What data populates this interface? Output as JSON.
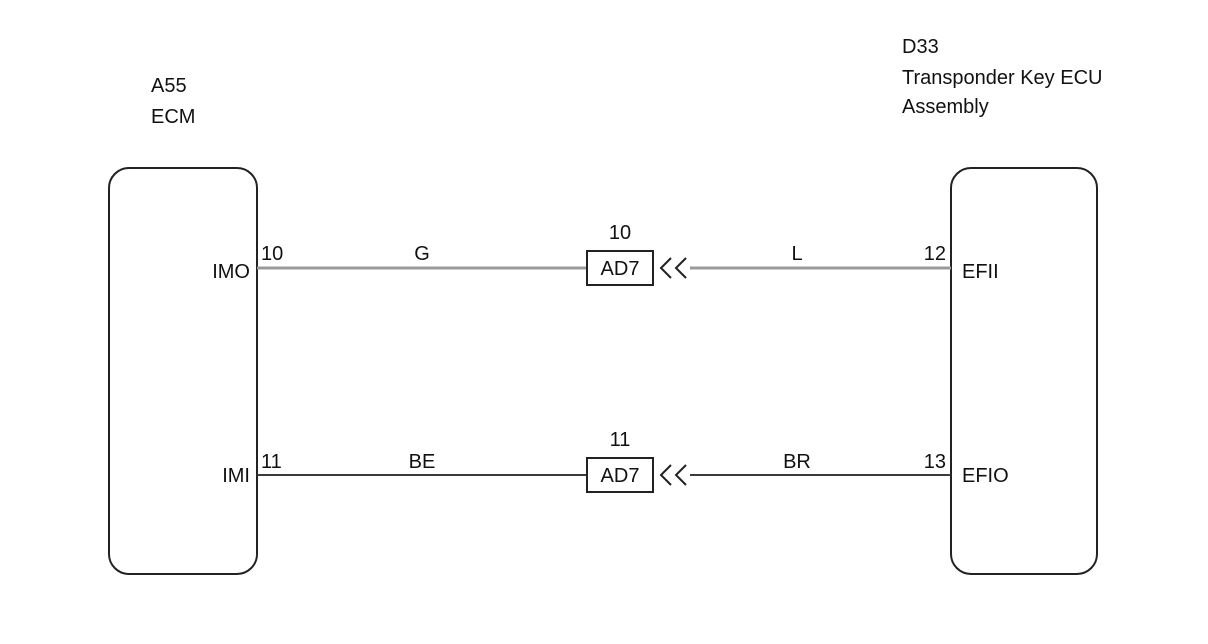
{
  "left_component": {
    "code": "A55",
    "name": "ECM",
    "pins": [
      {
        "number": "10",
        "signal": "IMO"
      },
      {
        "number": "11",
        "signal": "IMI"
      }
    ]
  },
  "right_component": {
    "code": "D33",
    "name_line1": "Transponder Key ECU",
    "name_line2": "Assembly",
    "pins": [
      {
        "number": "12",
        "signal": "EFII"
      },
      {
        "number": "13",
        "signal": "EFIO"
      }
    ]
  },
  "wires": [
    {
      "left_color": "G",
      "right_color": "L",
      "connector": "AD7",
      "connector_pin": "10",
      "line_color": "#9a9a9a"
    },
    {
      "left_color": "BE",
      "right_color": "BR",
      "connector": "AD7",
      "connector_pin": "11",
      "line_color": "#3a3a3a"
    }
  ]
}
